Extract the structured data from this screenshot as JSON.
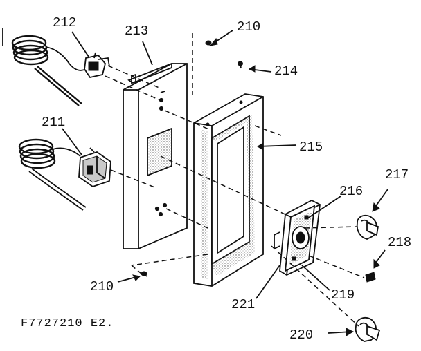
{
  "diagram": {
    "drawing_code": "F7727210 E2.",
    "parts": [
      {
        "id": "p212",
        "label": "212"
      },
      {
        "id": "p213",
        "label": "213"
      },
      {
        "id": "p210a",
        "label": "210"
      },
      {
        "id": "p214",
        "label": "214"
      },
      {
        "id": "p211",
        "label": "211"
      },
      {
        "id": "p215",
        "label": "215"
      },
      {
        "id": "p216",
        "label": "216"
      },
      {
        "id": "p217",
        "label": "217"
      },
      {
        "id": "p218",
        "label": "218"
      },
      {
        "id": "p210b",
        "label": "210"
      },
      {
        "id": "p221",
        "label": "221"
      },
      {
        "id": "p219",
        "label": "219"
      },
      {
        "id": "p220",
        "label": "220"
      }
    ]
  }
}
